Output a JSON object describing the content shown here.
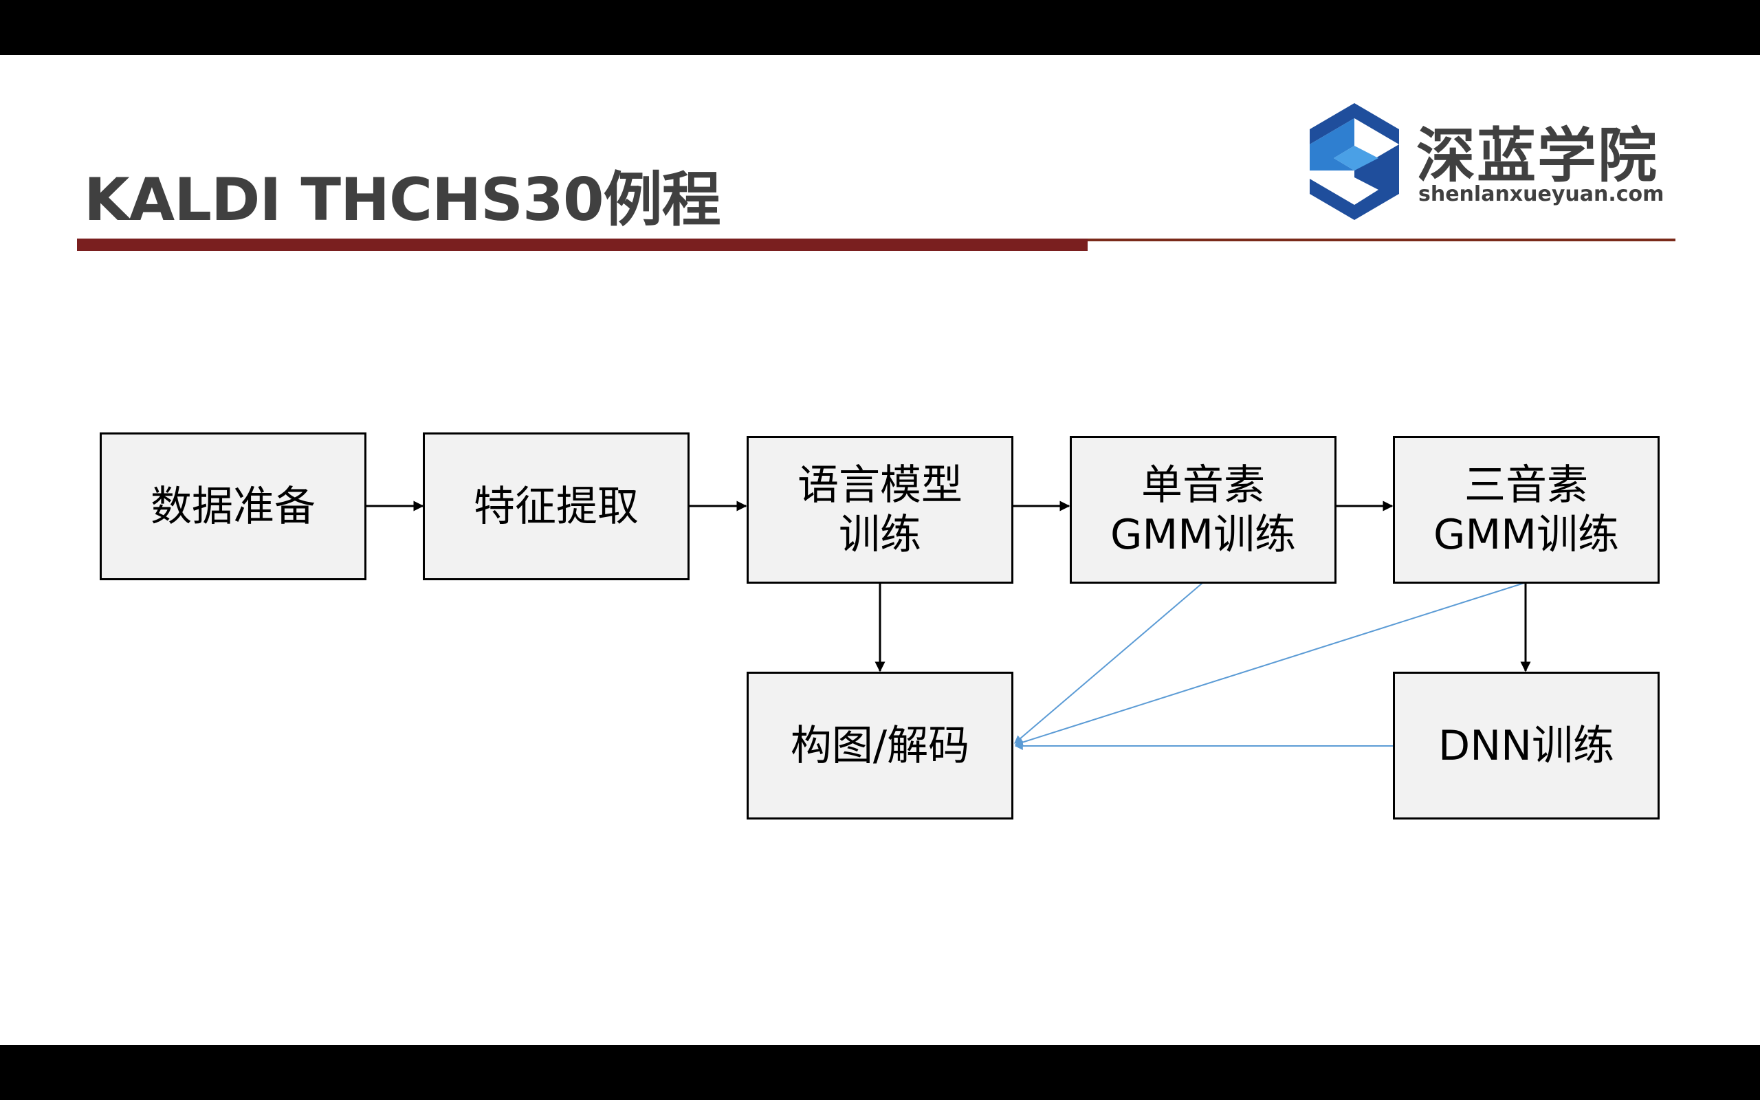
{
  "slide": {
    "title": "KALDI THCHS30例程",
    "logo": {
      "name_cn": "深蓝学院",
      "name_en": "shenlanxueyuan.com"
    }
  },
  "diagram": {
    "nodes": {
      "data_prep": [
        "数据准备"
      ],
      "feature_extraction": [
        "特征提取"
      ],
      "language_model": [
        "语言模型",
        "训练"
      ],
      "mono_gmm": [
        "单音素",
        "GMM训练"
      ],
      "tri_gmm": [
        "三音素",
        "GMM训练"
      ],
      "decode": [
        "构图/解码"
      ],
      "dnn": [
        "DNN训练"
      ]
    },
    "edges": [
      {
        "from": "data_prep",
        "to": "feature_extraction",
        "color": "#000000"
      },
      {
        "from": "feature_extraction",
        "to": "language_model",
        "color": "#000000"
      },
      {
        "from": "language_model",
        "to": "mono_gmm",
        "color": "#000000"
      },
      {
        "from": "mono_gmm",
        "to": "tri_gmm",
        "color": "#000000"
      },
      {
        "from": "language_model",
        "to": "decode",
        "color": "#000000"
      },
      {
        "from": "tri_gmm",
        "to": "dnn",
        "color": "#000000"
      },
      {
        "from": "mono_gmm",
        "to": "decode",
        "color": "#5b9bd5"
      },
      {
        "from": "tri_gmm",
        "to": "decode",
        "color": "#5b9bd5"
      },
      {
        "from": "dnn",
        "to": "decode",
        "color": "#5b9bd5"
      }
    ]
  },
  "toolbar": {
    "icons": [
      "previous-icon",
      "next-icon",
      "pen-icon",
      "slides-icon",
      "zoom-icon",
      "more-icon"
    ],
    "more_label": "···"
  },
  "colors": {
    "title": "#404040",
    "accent_rule": "#7a1f1f",
    "box_fill": "#f2f2f2",
    "connector_blue": "#5b9bd5",
    "logo_blue_dark": "#1f4e9c",
    "logo_blue_light": "#2f7fd0"
  }
}
